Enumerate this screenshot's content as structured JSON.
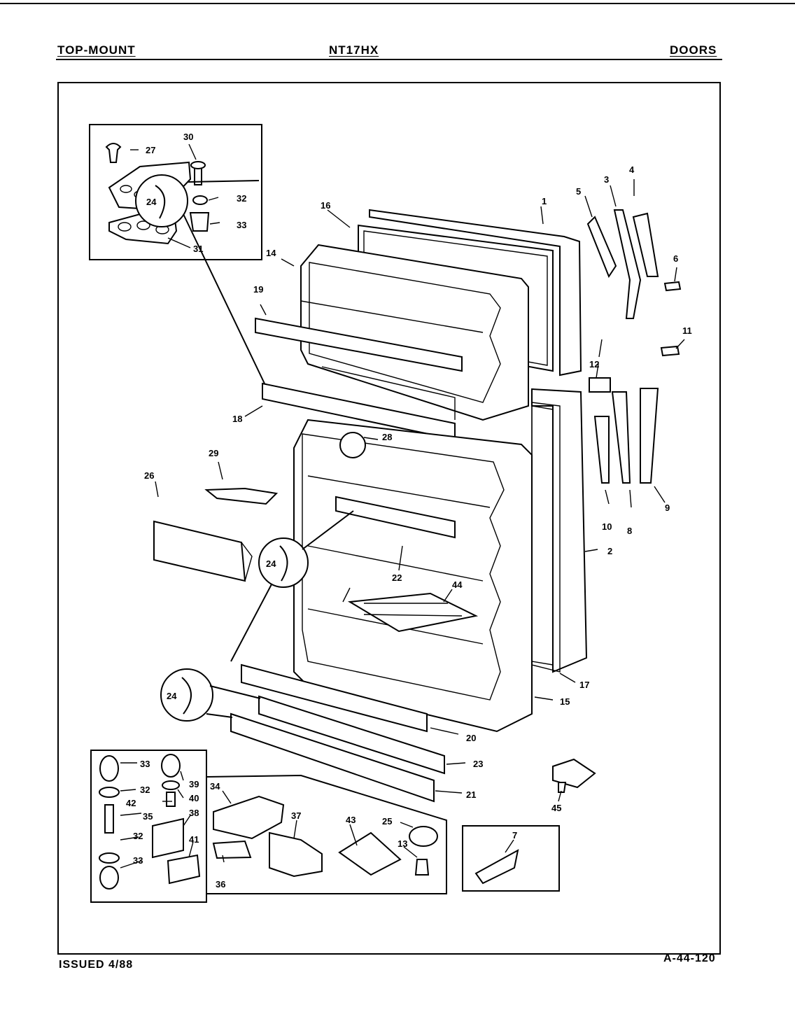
{
  "header": {
    "left": "TOP-MOUNT",
    "center": "NT17HX",
    "right": "DOORS"
  },
  "footer": {
    "left": "ISSUED 4/88",
    "right": "A-44-120"
  },
  "callouts": [
    "1",
    "2",
    "3",
    "4",
    "5",
    "6",
    "7",
    "8",
    "9",
    "10",
    "11",
    "12",
    "13",
    "14",
    "15",
    "16",
    "17",
    "18",
    "19",
    "20",
    "21",
    "22",
    "23",
    "24",
    "24",
    "24",
    "25",
    "26",
    "27",
    "28",
    "29",
    "30",
    "31",
    "32",
    "32",
    "32",
    "33",
    "33",
    "33",
    "34",
    "35",
    "36",
    "37",
    "38",
    "39",
    "40",
    "41",
    "42",
    "43",
    "44",
    "45"
  ]
}
